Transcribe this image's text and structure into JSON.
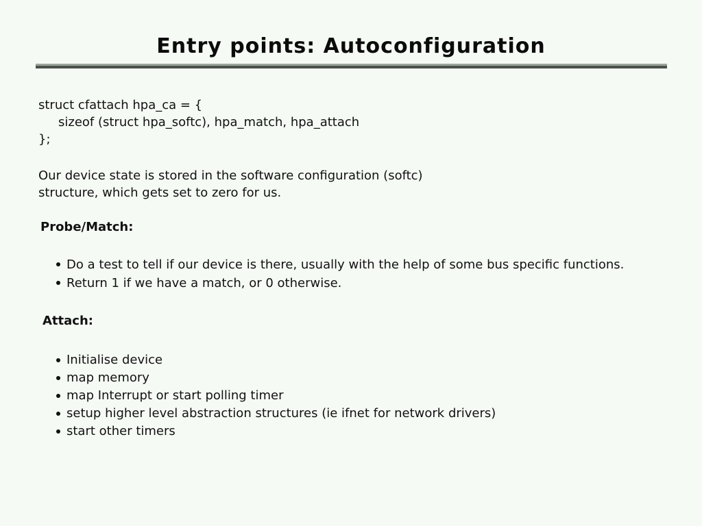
{
  "slide": {
    "title": "Entry points: Autoconfiguration",
    "code_block": [
      "struct cfattach hpa_ca = {",
      "sizeof (struct hpa_softc), hpa_match, hpa_attach",
      "};"
    ],
    "paragraph": [
      "Our device state is stored in the software configuration (softc)",
      "structure, which gets set to zero for us."
    ],
    "sections": [
      {
        "heading": "Probe/Match:",
        "bullets": [
          "Do a test to tell if our device is there, usually with the help of some bus specific functions.",
          "Return 1 if we have a match, or 0 otherwise."
        ]
      },
      {
        "heading": "Attach:",
        "bullets": [
          "Initialise device",
          "map memory",
          "map Interrupt or start polling timer",
          "setup higher level abstraction structures (ie ifnet for network drivers)",
          "start other timers"
        ]
      }
    ],
    "colors": {
      "background": "#f5faf4",
      "text": "#111111",
      "rule_top": "#9ba49b",
      "rule_bottom": "#4a524b"
    }
  }
}
